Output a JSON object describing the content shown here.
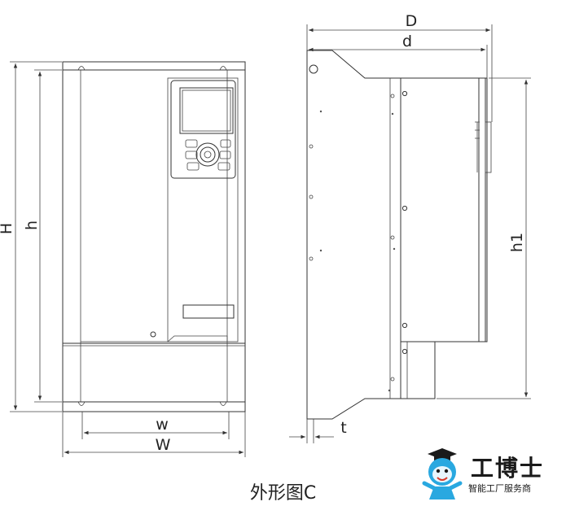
{
  "dimensions": {
    "H": "H",
    "h": "h",
    "W": "W",
    "w": "w",
    "D": "D",
    "d": "d",
    "h1": "h1",
    "t": "t"
  },
  "caption": "外形图C",
  "logo": {
    "brand": "工博士",
    "tagline": "智能工厂服务商"
  },
  "colors": {
    "line": "#333333",
    "mascot": "#29a8e0"
  }
}
